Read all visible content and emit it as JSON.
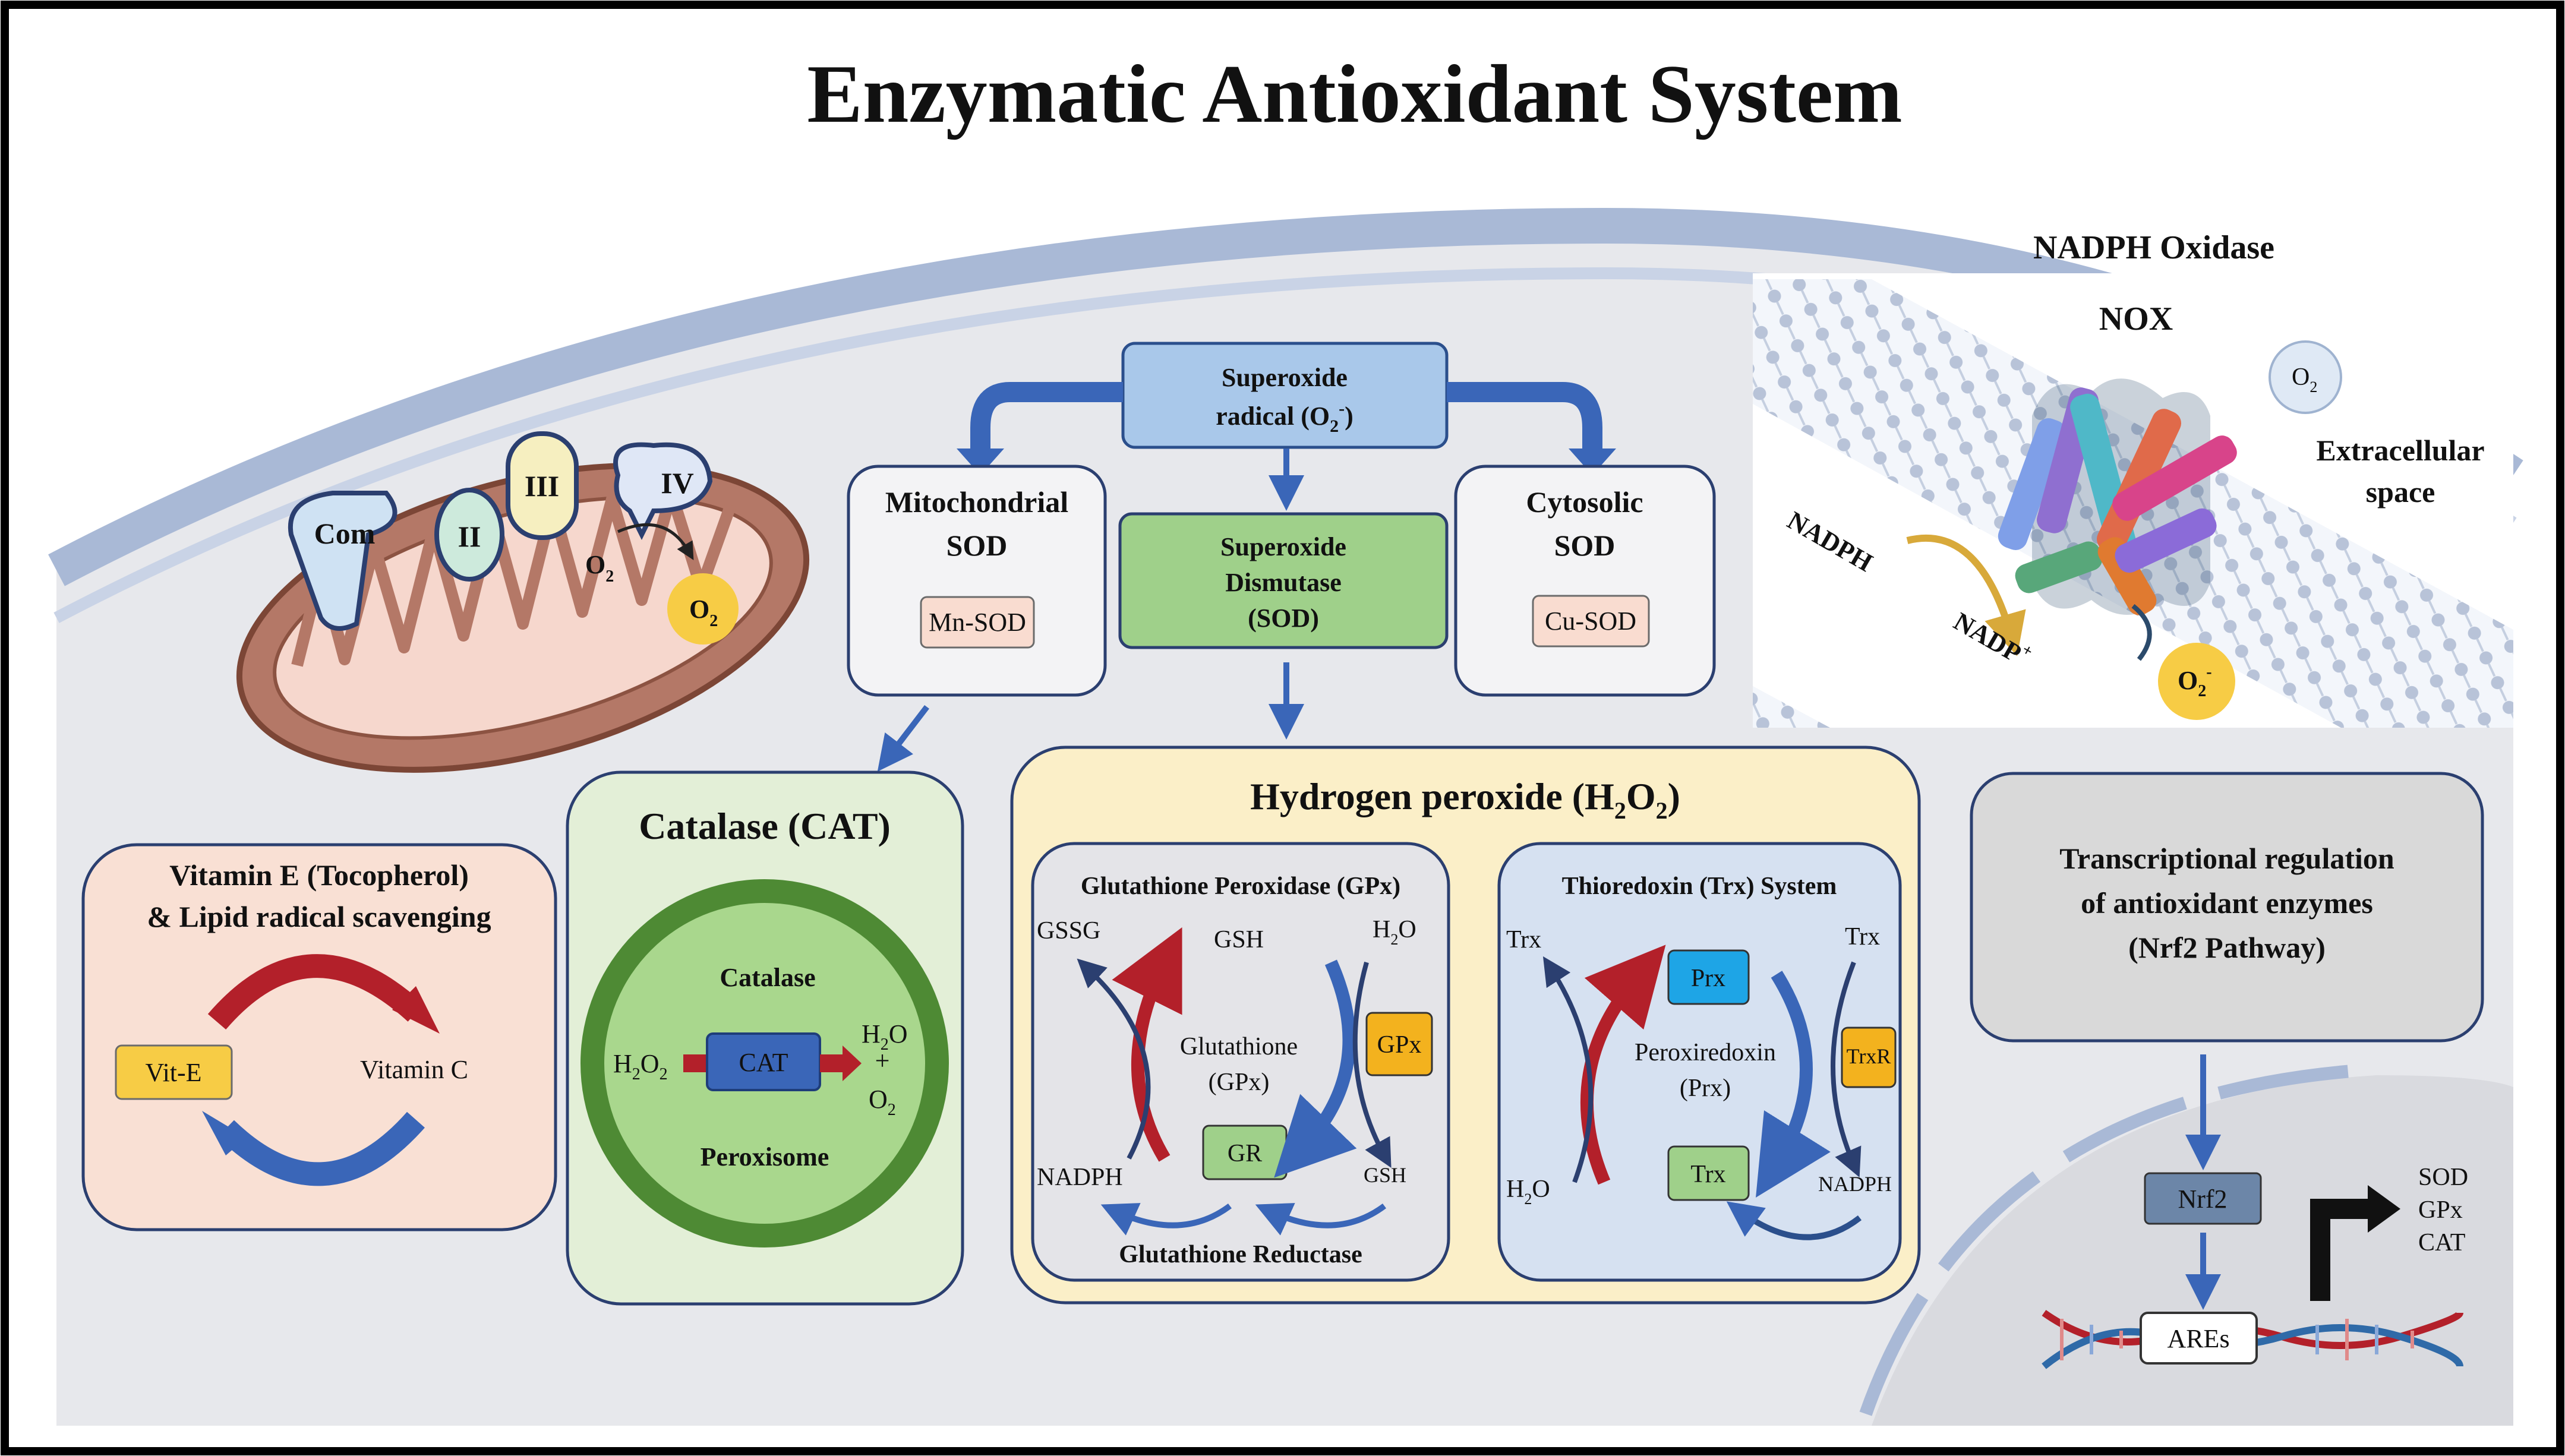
{
  "title": "Enzymatic Antioxidant System",
  "mitochondria": {
    "complex_com": "Com",
    "complex_ii": "II",
    "complex_iii": "III",
    "complex_iv": "IV",
    "o2": "O",
    "o2_sub": "2",
    "o2_radical": "O",
    "o2_radical_sub": "2"
  },
  "superoxide": {
    "line1": "Superoxide",
    "line2": "radical (O",
    "sub": "2",
    "sup": "-",
    "end": ")"
  },
  "mito_sod": {
    "line1": "Mitochondrial",
    "line2": "SOD",
    "tag": "Mn-SOD"
  },
  "sod": {
    "line1": "Superoxide",
    "line2": "Dismutase",
    "line3": "(SOD)"
  },
  "cyto_sod": {
    "line1": "Cytosolic",
    "line2": "SOD",
    "tag": "Cu-SOD"
  },
  "nox": {
    "title": "NADPH Oxidase",
    "label": "NOX",
    "o2": "O",
    "o2_sub": "2",
    "extracellular1": "Extracellular",
    "extracellular2": "space",
    "nadph": "NADPH",
    "nadp": "NADP",
    "nadp_sup": "+",
    "o2_out": "O",
    "o2_out_sub": "2",
    "o2_out_sup": "-"
  },
  "vitamin_e": {
    "line1": "Vitamin E (Tocopherol)",
    "line2": "& Lipid radical scavenging",
    "vit_e": "Vit-E",
    "vit_c": "Vitamin C"
  },
  "catalase": {
    "title": "Catalase (CAT)",
    "inner": "Catalase",
    "h2o2": "H",
    "h2o2_a": "2",
    "h2o2_b": "O",
    "h2o2_c": "2",
    "cat": "CAT",
    "h2o": "H",
    "h2o_sub": "2",
    "h2o_end": "O",
    "plus": "+",
    "o2": "O",
    "o2_sub": "2",
    "peroxisome": "Peroxisome"
  },
  "h2o2_panel": {
    "title": "Hydrogen peroxide (H",
    "s1": "2",
    "mid": "O",
    "s2": "2",
    "end": ")"
  },
  "gpx": {
    "title": "Glutathione Peroxidase (GPx)",
    "gssg": "GSSG",
    "gsh": "GSH",
    "h2o": "H",
    "h2o_sub": "2",
    "h2o_end": "O",
    "center1": "Glutathione",
    "center2": "(GPx)",
    "gpx_tag": "GPx",
    "gr_tag": "GR",
    "nadph": "NADPH",
    "gsh_small": "GSH",
    "reductase": "Glutathione Reductase"
  },
  "trx": {
    "title": "Thioredoxin (Trx) System",
    "trx_left": "Trx",
    "trx_right": "Trx",
    "prx_tag": "Prx",
    "center1": "Peroxiredoxin",
    "center2": "(Prx)",
    "trxr_tag": "TrxR",
    "h2o": "H",
    "h2o_sub": "2",
    "h2o_end": "O",
    "trx_tag": "Trx",
    "nadph": "NADPH"
  },
  "nrf2": {
    "line1": "Transcriptional regulation",
    "line2": "of antioxidant enzymes",
    "line3": "(Nrf2 Pathway)",
    "nrf2_tag": "Nrf2",
    "ares": "AREs",
    "out1": "SOD",
    "out2": "GPx",
    "out3": "CAT"
  },
  "colors": {
    "blue_arrow": "#3a66b8",
    "red_arrow": "#b3202a",
    "superoxide_box": "#a9c8ea",
    "sod_box": "#9fd08a",
    "catalase_panel": "#e3efd7",
    "h2o2_panel": "#fbefc8",
    "gpx_panel": "#e4e4e8",
    "trx_panel": "#d6e1f1",
    "vit_panel": "#f9e0d4",
    "nrf2_panel": "#d9d9d9",
    "cell_bg": "#e7e8ec",
    "membrane": "#a9b9d6"
  }
}
